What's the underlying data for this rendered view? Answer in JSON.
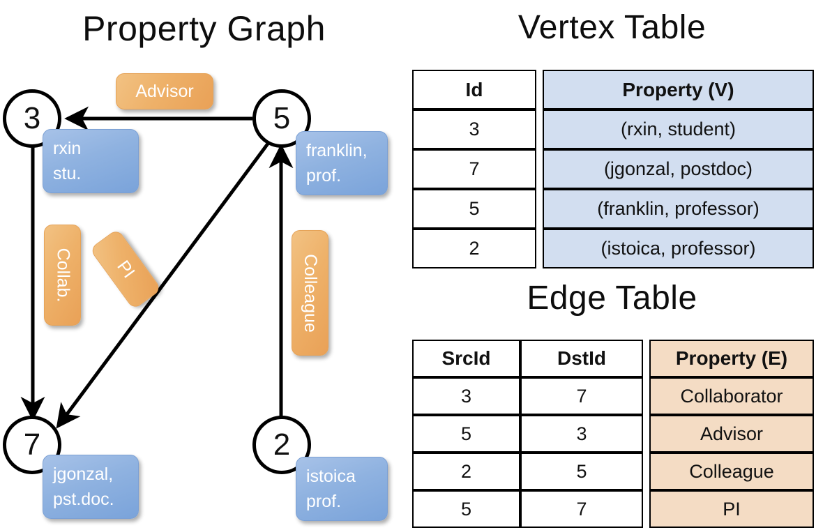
{
  "titles": {
    "property_graph": "Property Graph",
    "vertex_table": "Vertex Table",
    "edge_table": "Edge Table"
  },
  "colors": {
    "vertex_fill": "#d2def0",
    "edge_fill": "#f4dcc4",
    "badge_blue": "#8fb2e0",
    "badge_orange": "#eeb169",
    "stroke": "#000000",
    "background": "#ffffff"
  },
  "graph": {
    "nodes": [
      {
        "id": "3",
        "label_line1": "rxin",
        "label_line2": "stu."
      },
      {
        "id": "5",
        "label_line1": "franklin,",
        "label_line2": "prof."
      },
      {
        "id": "7",
        "label_line1": "jgonzal,",
        "label_line2": "pst.doc."
      },
      {
        "id": "2",
        "label_line1": "istoica",
        "label_line2": "prof."
      }
    ],
    "edge_labels": {
      "advisor": "Advisor",
      "collab": "Collab.",
      "pi": "PI",
      "colleague": "Colleague"
    },
    "edges": [
      {
        "from": "5",
        "to": "3",
        "label": "Advisor"
      },
      {
        "from": "3",
        "to": "7",
        "label": "Collab."
      },
      {
        "from": "5",
        "to": "7",
        "label": "PI"
      },
      {
        "from": "2",
        "to": "5",
        "label": "Colleague"
      }
    ]
  },
  "vertex_table": {
    "headers": [
      "Id",
      "Property (V)"
    ],
    "rows": [
      {
        "id": "3",
        "property": "(rxin, student)"
      },
      {
        "id": "7",
        "property": "(jgonzal, postdoc)"
      },
      {
        "id": "5",
        "property": "(franklin, professor)"
      },
      {
        "id": "2",
        "property": "(istoica, professor)"
      }
    ]
  },
  "edge_table": {
    "headers": [
      "SrcId",
      "DstId",
      "Property (E)"
    ],
    "rows": [
      {
        "src": "3",
        "dst": "7",
        "property": "Collaborator"
      },
      {
        "src": "5",
        "dst": "3",
        "property": "Advisor"
      },
      {
        "src": "2",
        "dst": "5",
        "property": "Colleague"
      },
      {
        "src": "5",
        "dst": "7",
        "property": "PI"
      }
    ]
  }
}
